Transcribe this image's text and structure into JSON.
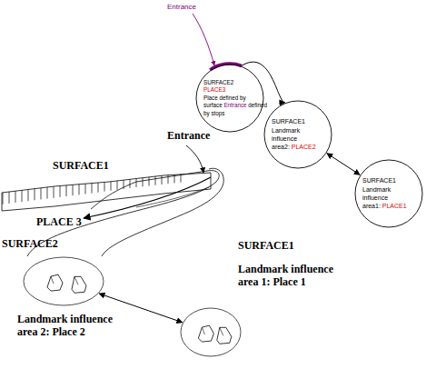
{
  "diagram": {
    "nodes": [
      {
        "text": [
          "SURFACE2",
          "PLACE3",
          "Place defined by surface",
          "Entrance",
          "defined by stops"
        ]
      },
      {
        "text": [
          "SURFACE1",
          "Landmark influence area2:",
          "PLACE2"
        ]
      },
      {
        "text": [
          "SURFACE1",
          "Landmark influence area1:",
          "PLACE1"
        ]
      },
      {
        "text": [
          "Landmark influence area 2: Place 2"
        ]
      },
      {
        "text": [
          "Landmark influence area 1: Place 1"
        ]
      }
    ],
    "edges": [
      {
        "from": 0,
        "to": 1,
        "arrow": "to"
      },
      {
        "from": 1,
        "to": 2,
        "arrow": "both"
      },
      {
        "from": 3,
        "to": 4,
        "arrow": "both"
      }
    ],
    "labels": [
      "Entrance",
      "SURFACE1",
      "Entrance",
      "PLACE 3",
      "SURFACE2",
      "SURFACE1"
    ]
  }
}
